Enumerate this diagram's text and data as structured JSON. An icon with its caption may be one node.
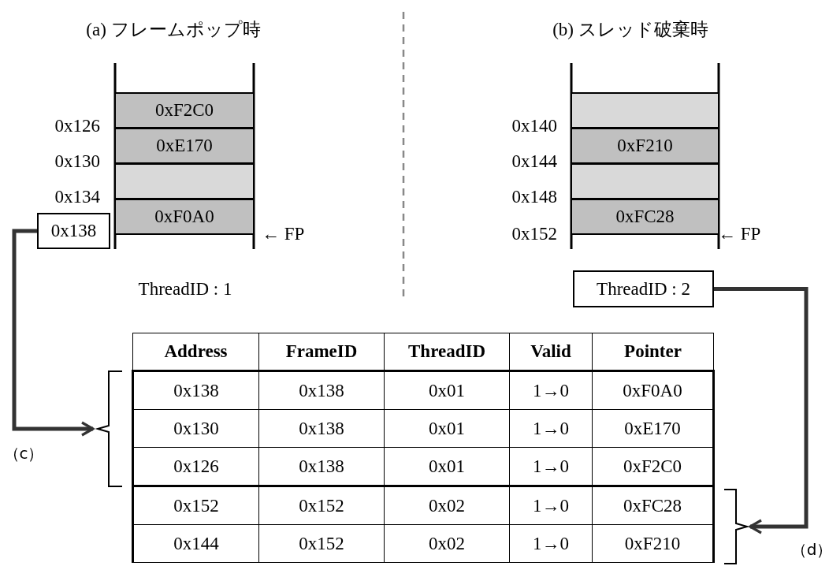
{
  "diagram": {
    "nodes": [
      {
        "text": [
          "0xF2C0"
        ]
      },
      {
        "text": [
          "0xE170"
        ]
      },
      {
        "text": [],
        "shape": "box"
      },
      {
        "text": [
          "0xF0A0"
        ]
      },
      {
        "text": [
          "0x138"
        ]
      },
      {
        "text": [],
        "shape": "box"
      },
      {
        "text": [
          "0xF210"
        ]
      },
      {
        "text": [],
        "shape": "box"
      },
      {
        "text": [
          "0xFC28"
        ]
      },
      {
        "text": [
          "ThreadID : 2"
        ]
      },
      {
        "text": [],
        "shape": "bracket"
      },
      {
        "text": [],
        "shape": "bracket"
      }
    ],
    "edges": [
      {
        "from": 4,
        "to": 10,
        "arrow": "to",
        "label": "（c）"
      },
      {
        "from": 9,
        "to": 11,
        "arrow": "to",
        "label": "（d）"
      }
    ],
    "labels": [
      "(a) フレームポップ時",
      "(b) スレッド破棄時",
      "0x126",
      "0x140",
      "0x130",
      "0x144",
      "0x134",
      "0x148",
      "← FP",
      "0x152",
      "← FP",
      "ThreadID : 1",
      "Address",
      "FrameID",
      "ThreadID",
      "Valid",
      "Pointer",
      "0x138",
      "0x138",
      "0x01",
      "1→0",
      "0xF0A0",
      "0x130",
      "0x138",
      "0x01",
      "1→0",
      "0xE170",
      "0x126",
      "0x138",
      "0x01",
      "1→0",
      "0xF2C0",
      "0x152",
      "0x152",
      "0x02",
      "1→0",
      "0xFC28",
      "0x144",
      "0x152",
      "0x02",
      "1→0",
      "0xF210"
    ]
  }
}
